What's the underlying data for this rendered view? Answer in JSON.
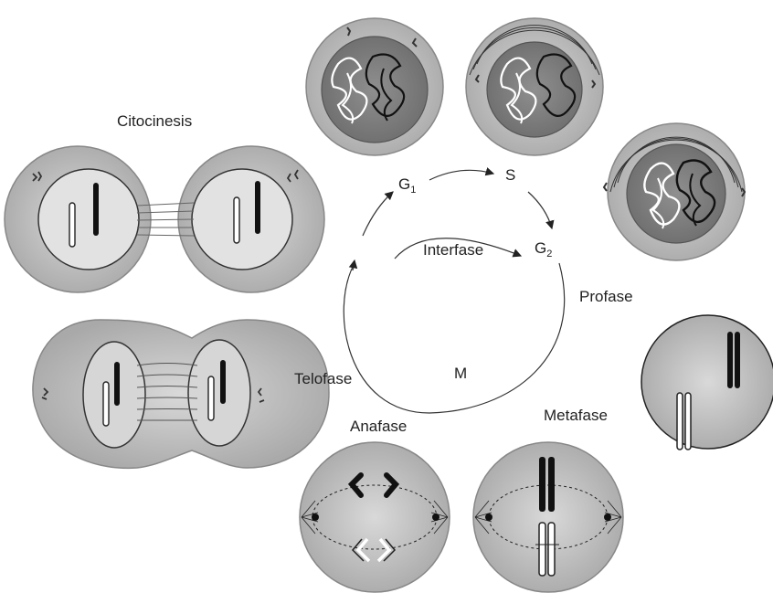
{
  "labels": {
    "citocinesis": "Citocinesis",
    "telofase": "Telofase",
    "anafase": "Anafase",
    "metafase": "Metafase",
    "profase": "Profase",
    "interfase": "Interfase",
    "g1_letter": "G",
    "g1_sub": "1",
    "s": "S",
    "g2_letter": "G",
    "g2_sub": "2",
    "m": "M"
  }
}
